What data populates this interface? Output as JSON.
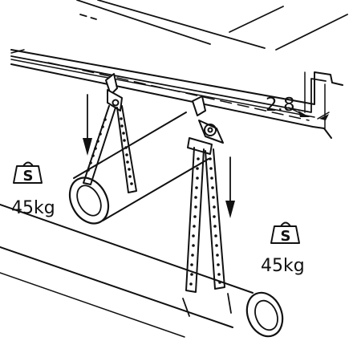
{
  "diagram": {
    "dimension_label": "2.8",
    "left_load": {
      "weight_label": "45kg",
      "symbol": "S",
      "icon": "weight-icon"
    },
    "right_load": {
      "weight_label": "45kg",
      "symbol": "S",
      "icon": "weight-icon"
    },
    "colors": {
      "line": "#111111",
      "background": "#ffffff"
    }
  }
}
